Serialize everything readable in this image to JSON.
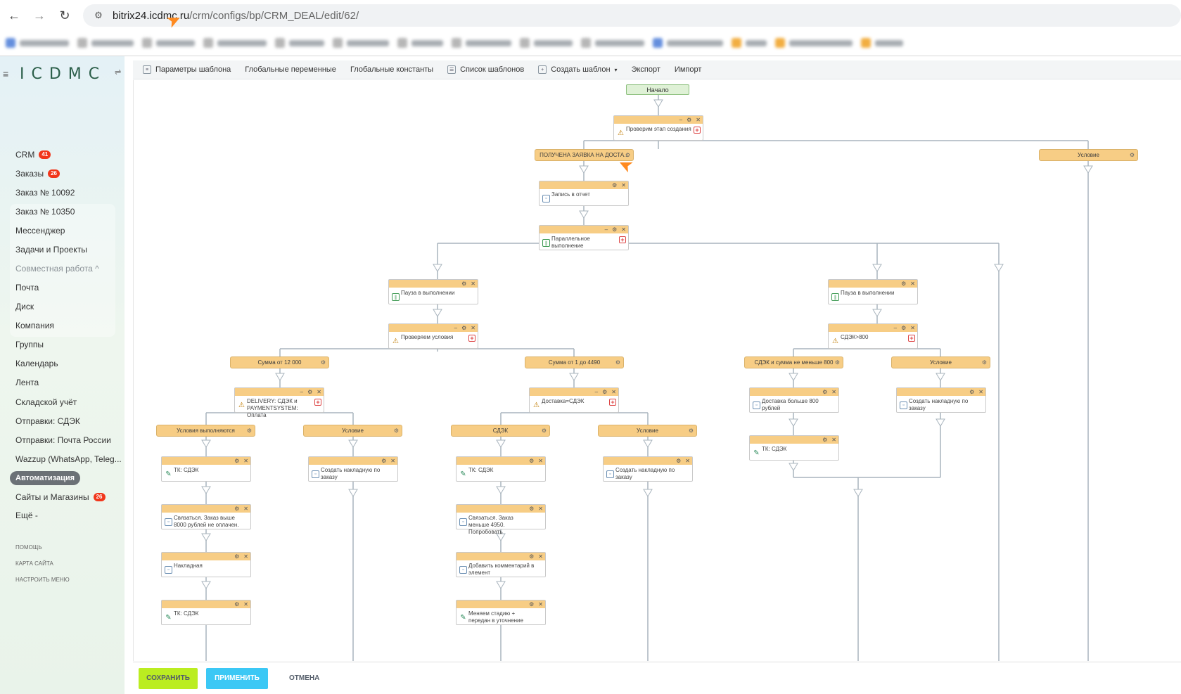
{
  "browser": {
    "domain": "bitrix24.icdmc.ru",
    "path": "/crm/configs/bp/CRM_DEAL/edit/62/"
  },
  "leftmenu": {
    "logo": "ICDMC",
    "items": [
      {
        "label": "CRM",
        "badge": "41"
      },
      {
        "label": "Заказы",
        "badge": "26"
      },
      {
        "label": "Заказ № 10092"
      },
      {
        "label": "Заказ № 10350"
      },
      {
        "label": "Мессенджер"
      },
      {
        "label": "Задачи и Проекты"
      },
      {
        "label": "Совместная работа ^"
      },
      {
        "label": "Почта"
      },
      {
        "label": "Диск"
      },
      {
        "label": "Компания"
      },
      {
        "label": "Группы"
      },
      {
        "label": "Календарь"
      },
      {
        "label": "Лента"
      },
      {
        "label": "Складской учёт"
      },
      {
        "label": "Отправки: СДЭК"
      },
      {
        "label": "Отправки: Почта России"
      },
      {
        "label": "Wazzup (WhatsApp, Teleg..."
      },
      {
        "label": "Автоматизация"
      },
      {
        "label": "Сайты и Магазины",
        "badge": "26"
      },
      {
        "label": "Ещё -"
      },
      {
        "label": "ПОМОЩЬ"
      },
      {
        "label": "КАРТА САЙТА"
      },
      {
        "label": "НАСТРОИТЬ МЕНЮ"
      }
    ]
  },
  "toolbar": {
    "template_params": "Параметры шаблона",
    "global_vars": "Глобальные переменные",
    "global_consts": "Глобальные константы",
    "template_list": "Список шаблонов",
    "create_template": "Создать шаблон",
    "export": "Экспорт",
    "import": "Импорт"
  },
  "workflow": {
    "start": "Начало",
    "check_stage": "Проверим этап создания",
    "branch_received": "ПОЛУЧЕНА ЗАЯВКА НА ДОСТА...",
    "branch_condition_right": "Условие",
    "report_record": "Запись в отчет",
    "parallel": "Параллельное выполнение",
    "pause_left": "Пауза в выполнении",
    "pause_right": "Пауза в выполнении",
    "check_conditions": "Проверяем условия",
    "cdek_800": "СДЭК>800",
    "branch_sum12000": "Сумма от 12 000",
    "branch_sum1_4490": "Сумма от 1 до 4490",
    "branch_cdek_sum800": "СДЭК и сумма не меньше 800",
    "branch_condition_r2": "Условие",
    "delivery_cond": "DELIVERY: СДЭК и PAYMENTSYSTEM: Оплата",
    "delivery_cdek": "Доставка=СДЭК",
    "delivery_over800": "Доставка больше 800 рублей",
    "create_waybill_r": "Создать накладную по заказу",
    "tk_cdek_r": "ТК: СДЭК",
    "branch_conditions_met": "Условия выполняются",
    "branch_condition_a": "Условие",
    "branch_cdek": "СДЭК",
    "branch_condition_b": "Условие",
    "tk_cdek_1": "ТК: СДЭК",
    "create_waybill_1": "Создать накладную по заказу",
    "tk_cdek_2": "ТК: СДЭК",
    "create_waybill_2": "Создать накладную по заказу",
    "contact_8000": "Связаться. Заказ выше 8000 рублей не оплачен.",
    "contact_4950": "Связаться. Заказ меньше 4950. Попробовать",
    "waybill": "Накладная",
    "add_comment": "Добавить комментарий в элемент",
    "tk_cdek_3": "ТК: СДЭК",
    "change_stage": "Меняем стадию + передан в уточнение"
  },
  "buttons": {
    "save": "СОХРАНИТЬ",
    "apply": "ПРИМЕНИТЬ",
    "cancel": "ОТМЕНА"
  },
  "colors": {
    "activity_header": "#f7cd85",
    "start_block": "#dff1d6",
    "save": "#bbed21",
    "apply": "#3bc8f5",
    "annotation_arrow": "#ff8a1f"
  }
}
